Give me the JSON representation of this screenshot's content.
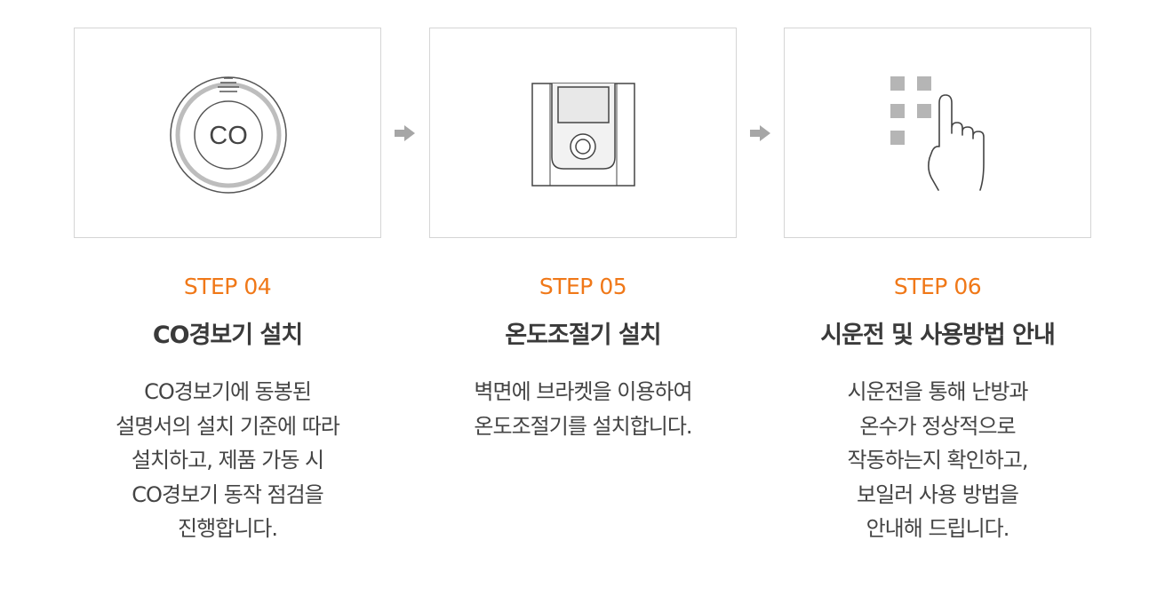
{
  "steps": [
    {
      "label": "STEP 04",
      "title": "CO경보기 설치",
      "icon": "co-detector-icon",
      "icon_text": "CO",
      "description": [
        "CO경보기에 동봉된",
        "설명서의 설치 기준에 따라",
        "설치하고, 제품 가동 시",
        "CO경보기 동작 점검을",
        "진행합니다."
      ]
    },
    {
      "label": "STEP 05",
      "title": "온도조절기 설치",
      "icon": "thermostat-icon",
      "description": [
        "벽면에 브라켓을 이용하여",
        "온도조절기를 설치합니다."
      ]
    },
    {
      "label": "STEP 06",
      "title": "시운전 및 사용방법 안내",
      "icon": "keypad-touch-icon",
      "description": [
        "시운전을 통해 난방과",
        "온수가 정상적으로",
        "작동하는지 확인하고,",
        "보일러 사용 방법을",
        "안내해 드립니다."
      ]
    }
  ],
  "arrow_icon": "arrow-right-icon",
  "colors": {
    "accent": "#f07818",
    "title": "#3a3a3a",
    "text": "#444444",
    "border": "#d5d5d5",
    "arrow": "#a6a6a6"
  }
}
